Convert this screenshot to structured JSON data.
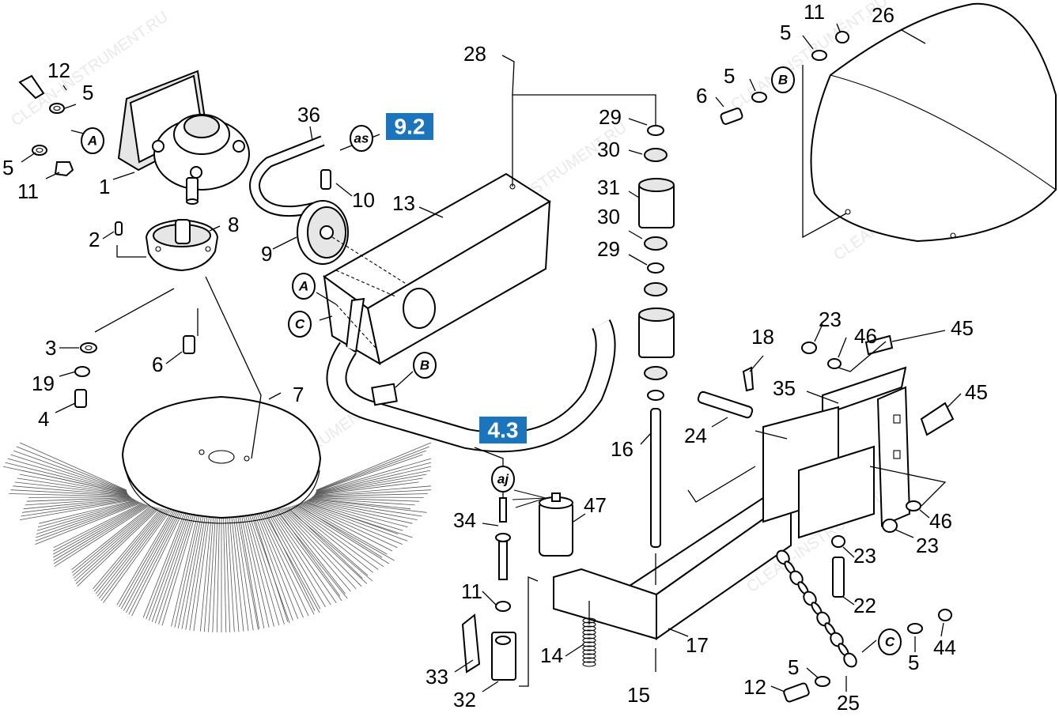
{
  "watermark": "CLEAN-INSTRUMENT.RU",
  "colors": {
    "ref_box": "#1b75bc",
    "line": "#000000",
    "watermark": "#d8d8d8"
  },
  "ref_boxes": [
    {
      "id": "ref-9-2",
      "text": "9.2"
    },
    {
      "id": "ref-4-3",
      "text": "4.3"
    }
  ],
  "reference_markers": [
    {
      "id": "marker-A-1",
      "text": "A"
    },
    {
      "id": "marker-A-2",
      "text": "A"
    },
    {
      "id": "marker-B-1",
      "text": "B"
    },
    {
      "id": "marker-B-2",
      "text": "B"
    },
    {
      "id": "marker-C-1",
      "text": "C"
    },
    {
      "id": "marker-C-2",
      "text": "C"
    },
    {
      "id": "marker-as",
      "text": "as"
    },
    {
      "id": "marker-aj",
      "text": "aj"
    }
  ],
  "part_labels": [
    "12",
    "5",
    "5",
    "11",
    "1",
    "2",
    "8",
    "36",
    "10",
    "13",
    "9",
    "3",
    "19",
    "4",
    "6",
    "7",
    "28",
    "29",
    "30",
    "31",
    "30",
    "29",
    "11",
    "5",
    "26",
    "5",
    "6",
    "23",
    "46",
    "45",
    "18",
    "35",
    "45",
    "24",
    "16",
    "47",
    "34",
    "11",
    "33",
    "32",
    "14",
    "15",
    "17",
    "46",
    "23",
    "23",
    "22",
    "44",
    "5",
    "5",
    "12",
    "25"
  ]
}
